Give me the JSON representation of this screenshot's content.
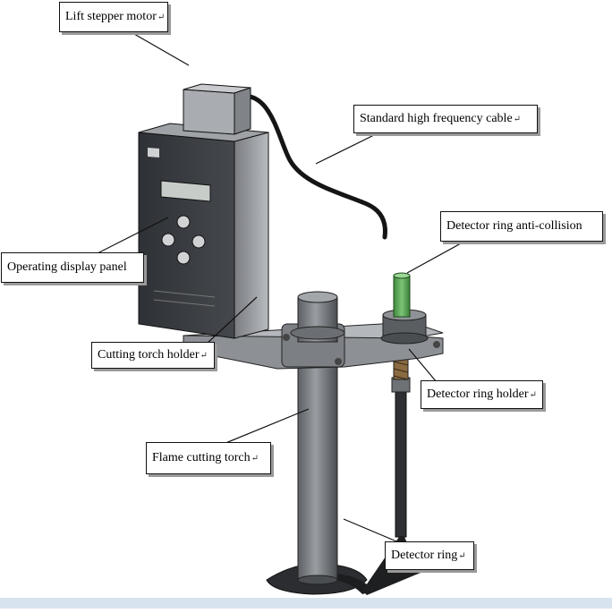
{
  "callouts": {
    "lift_stepper_motor": "Lift stepper motor",
    "standard_hf_cable": "Standard high frequency cable",
    "detector_ring_anticollision": "Detector ring anti-collision",
    "operating_display_panel": "Operating display panel",
    "cutting_torch_holder": "Cutting torch holder",
    "detector_ring_holder": "Detector ring holder",
    "flame_cutting_torch": "Flame cutting torch",
    "detector_ring": "Detector ring"
  },
  "return_mark": "↵",
  "colors": {
    "housing": "#3a3d42",
    "metal": "#8c8f94",
    "green_sensor": "#5fa85a",
    "label_border": "#111111",
    "shadow": "#9a9a9a"
  }
}
